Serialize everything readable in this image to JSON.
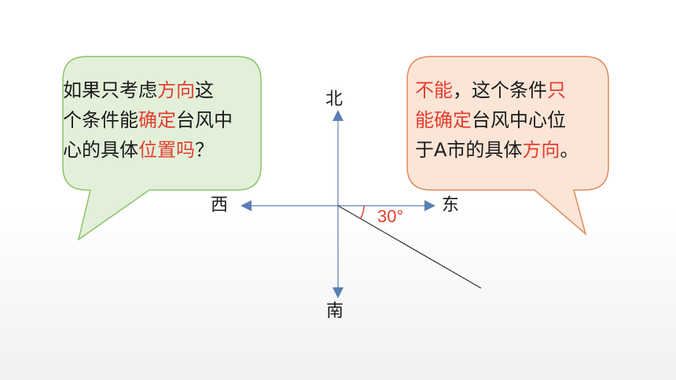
{
  "left_bubble": {
    "segments": [
      [
        {
          "t": " 如果只考虑",
          "hl": false
        },
        {
          "t": "方向",
          "hl": true
        },
        {
          "t": "这",
          "hl": false
        }
      ],
      [
        {
          "t": "个条件能",
          "hl": false
        },
        {
          "t": "确定",
          "hl": true
        },
        {
          "t": "台风中",
          "hl": false
        }
      ],
      [
        {
          "t": "心的具体",
          "hl": false
        },
        {
          "t": "位置吗",
          "hl": true
        },
        {
          "t": "？",
          "hl": false
        }
      ]
    ]
  },
  "right_bubble": {
    "segments": [
      [
        {
          "t": " ",
          "hl": false
        },
        {
          "t": "不能",
          "hl": true
        },
        {
          "t": "，这个条件",
          "hl": false
        },
        {
          "t": "只",
          "hl": true
        }
      ],
      [
        {
          "t": "能确定",
          "hl": true
        },
        {
          "t": "台风中心位",
          "hl": false
        }
      ],
      [
        {
          "t": "于A市的具体",
          "hl": false
        },
        {
          "t": "方向",
          "hl": true
        },
        {
          "t": "。",
          "hl": false
        }
      ]
    ]
  },
  "compass": {
    "north": "北",
    "south": "南",
    "west": "西",
    "east": "东",
    "angle": "30°"
  },
  "colors": {
    "left_fill": "#e2f0da",
    "left_border": "#8cc26a",
    "right_fill": "#fbe5d7",
    "right_border": "#e08a5a",
    "axis": "#5a7fb5",
    "highlight": "#e53e2f"
  }
}
